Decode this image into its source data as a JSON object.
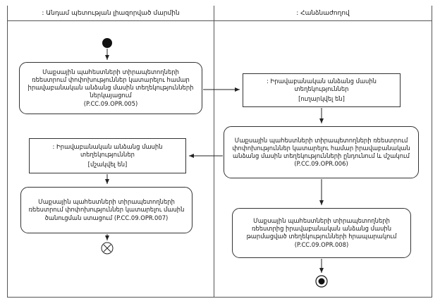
{
  "diagram": {
    "lanes": [
      {
        "title": ": Անդամ պետության լիազորված մարմին"
      },
      {
        "title": ": Հանձնաժողով"
      }
    ],
    "nodes": {
      "submit": {
        "text": "Մաքսային պահեստների տիրապետողների ռեեստրում փոփոխություններ կատարելու համար իրավաբանական անձանց մասին տեղեկությունների ներկայացում",
        "code": "(P.CC.09.OPR.005)"
      },
      "info_sent": {
        "title": ": Իրավաբանական անձանց մասին տեղեկություններ",
        "state": "[ուղարկվել են]"
      },
      "receive_process": {
        "text": "Մաքսային պահեստների տիրապետողների ռեեստրում փոփոխություններ կատարելու համար իրավաբանական անձանց մասին տեղեկությունների ընդունում և մշակում (P.CC.09.OPR.006)"
      },
      "info_processed": {
        "title": ": Իրավաբանական անձանց մասին տեղեկություններ",
        "state": "[մշակվել են]"
      },
      "notification": {
        "text": "Մաքսային պահեստների տիրապետողների ռեեստրում փոփոխություններ կատարելու մասին ծանուցման ստացում (P.CC.09.OPR.007)"
      },
      "publish": {
        "text": "Մաքսային պահեստների տիրապետողների ռեեստրից իրավաբանական անձանց մասին թարմացված տեղեկությունների հրապարակում",
        "code": "(P.CC.09.OPR.008)"
      }
    }
  }
}
